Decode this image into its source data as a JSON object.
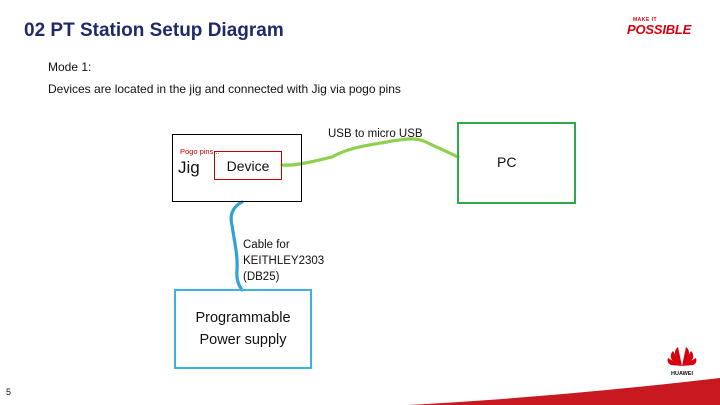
{
  "header": {
    "title": "02 PT Station Setup Diagram",
    "brand_small": "MAKE IT",
    "brand_big": "POSSIBLE"
  },
  "content": {
    "mode": "Mode 1:",
    "description": "Devices are located in the jig and connected with Jig via pogo pins"
  },
  "diagram": {
    "jig": {
      "label": "Jig",
      "pogo_label": "Pogo pins..."
    },
    "device": {
      "label": "Device"
    },
    "pc": {
      "label": "PC"
    },
    "usb_cable": {
      "label": "USB to micro USB"
    },
    "power_cable": {
      "lines": [
        "Cable for",
        "KEITHLEY2303",
        "(DB25)"
      ]
    },
    "power_supply": {
      "lines": [
        "Programmable",
        "Power supply"
      ]
    }
  },
  "footer": {
    "page_number": "5",
    "logo_text": "HUAWEI"
  },
  "colors": {
    "title": "#1f2a6b",
    "brand_red": "#d7000f",
    "usb_cable": "#8fcf4f",
    "power_cable": "#2fa3d6",
    "pc_border": "#2ea84a",
    "psu_border": "#3cb2e0",
    "device_border": "#c00000"
  }
}
